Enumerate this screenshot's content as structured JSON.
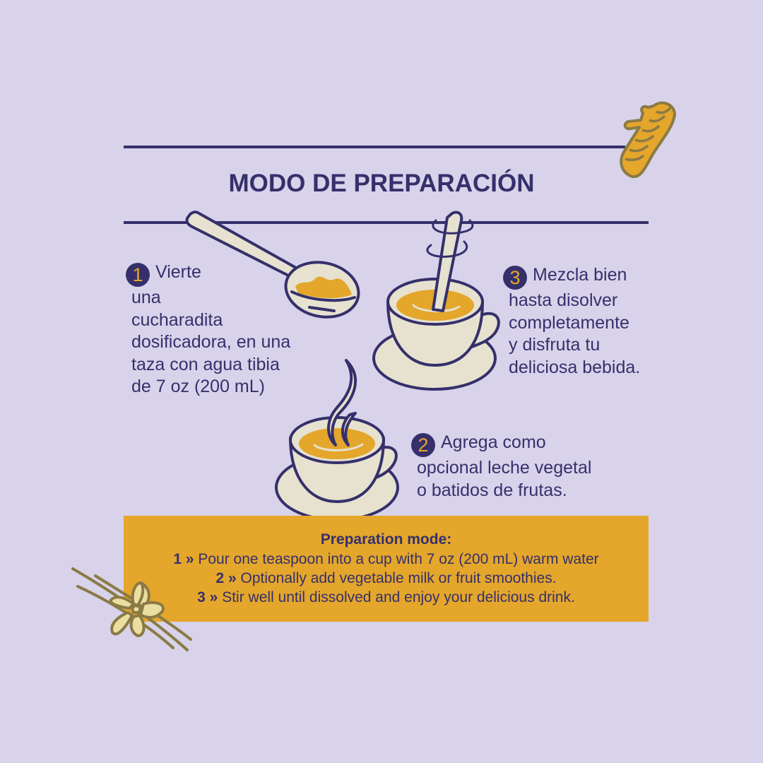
{
  "page": {
    "title": "MODO DE PREPARACIÓN",
    "colors": {
      "background": "#d8d3ea",
      "ink": "#35306b",
      "accent_gold": "#e4a62b",
      "cream": "#e6e2cf",
      "olive_outline": "#8a7a45"
    }
  },
  "steps": [
    {
      "number": "1",
      "text_lines": [
        "Vierte",
        "una",
        "cucharadita",
        "dosificadora, en una",
        "taza con agua tibia",
        "de 7 oz (200 mL)"
      ],
      "icon": "measuring-spoon-icon"
    },
    {
      "number": "2",
      "text_lines": [
        "Agrega como",
        "opcional leche vegetal",
        "o batidos de frutas."
      ],
      "icon": "steaming-cup-icon"
    },
    {
      "number": "3",
      "text_lines": [
        "Mezcla bien",
        "hasta disolver",
        "completamente",
        "y disfruta tu",
        "deliciosa bebida."
      ],
      "icon": "stirring-cup-icon"
    }
  ],
  "english": {
    "title": "Preparation mode:",
    "items": [
      {
        "marker": "1 »",
        "text": "Pour one teaspoon into a cup with 7 oz (200 mL) warm water"
      },
      {
        "marker": "2 »",
        "text": "Optionally add vegetable milk or fruit smoothies."
      },
      {
        "marker": "3 »",
        "text": "Stir well until dissolved and enjoy your delicious drink."
      }
    ]
  },
  "decorations": [
    "turmeric-root-icon",
    "vanilla-flower-icon"
  ]
}
